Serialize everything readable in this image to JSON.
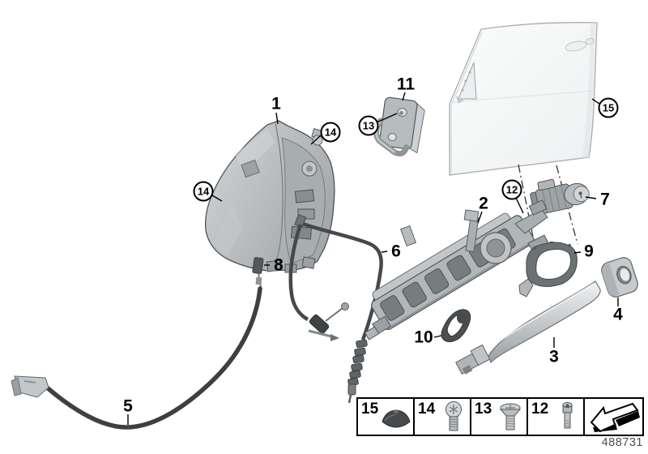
{
  "diagram": {
    "part_number_label": "488731",
    "callouts": {
      "plain": [
        {
          "id": "pos-1",
          "label": "1"
        },
        {
          "id": "pos-2",
          "label": "2"
        },
        {
          "id": "pos-3",
          "label": "3"
        },
        {
          "id": "pos-4",
          "label": "4"
        },
        {
          "id": "pos-5",
          "label": "5"
        },
        {
          "id": "pos-6",
          "label": "6"
        },
        {
          "id": "pos-7",
          "label": "7"
        },
        {
          "id": "pos-8",
          "label": "8"
        },
        {
          "id": "pos-9",
          "label": "9"
        },
        {
          "id": "pos-10",
          "label": "10"
        },
        {
          "id": "pos-11",
          "label": "11"
        }
      ],
      "circled": [
        {
          "id": "pos-12",
          "label": "12"
        },
        {
          "id": "pos-13",
          "label": "13"
        },
        {
          "id": "pos-14-upper",
          "label": "14"
        },
        {
          "id": "pos-14-lower",
          "label": "14"
        },
        {
          "id": "pos-15",
          "label": "15"
        }
      ]
    },
    "legend": {
      "items": [
        {
          "number": "15",
          "icon": "grommet-plug-icon"
        },
        {
          "number": "14",
          "icon": "pan-head-screw-icon"
        },
        {
          "number": "13",
          "icon": "countersunk-screw-icon"
        },
        {
          "number": "12",
          "icon": "socket-head-bolt-icon"
        }
      ]
    }
  }
}
